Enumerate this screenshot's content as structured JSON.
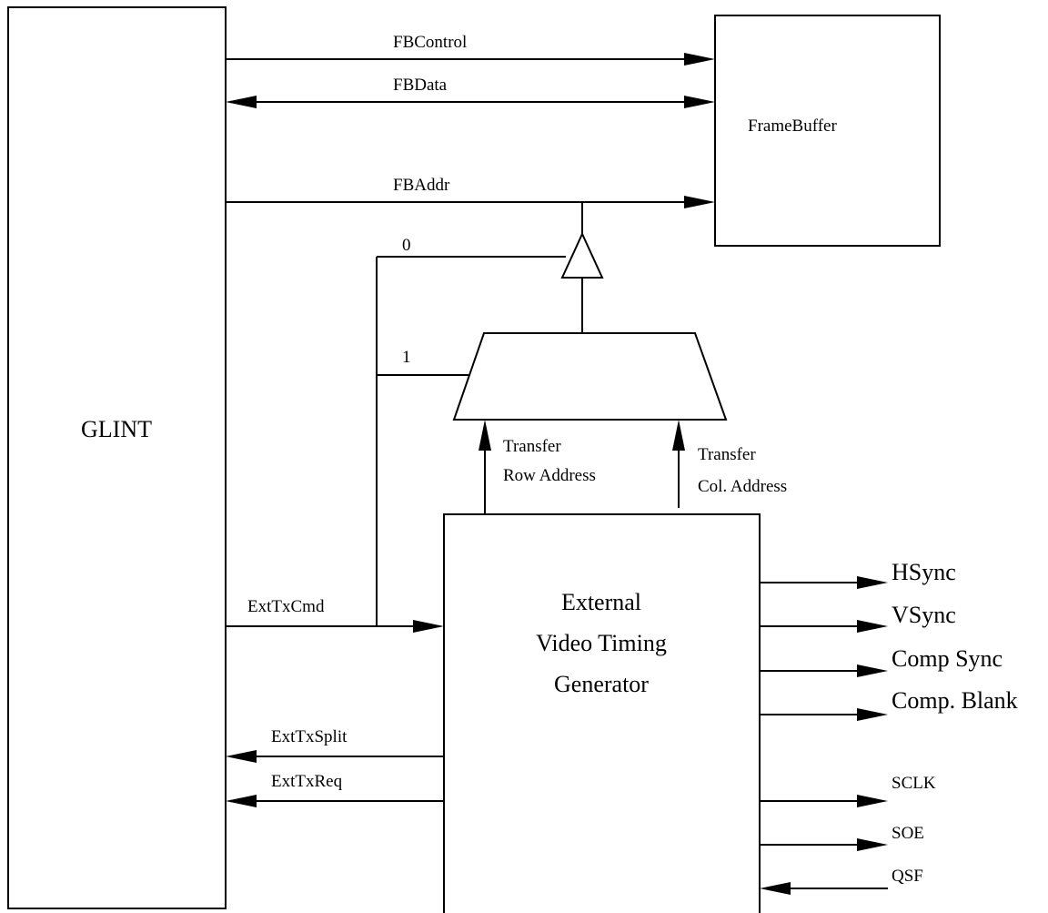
{
  "blocks": {
    "glint": "GLINT",
    "framebuffer": "FrameBuffer",
    "evtg": [
      "External",
      "Video Timing",
      "Generator"
    ]
  },
  "signals": {
    "fbcontrol": "FBControl",
    "fbdata": "FBData",
    "fbaddr": "FBAddr",
    "mux_in_0": "0",
    "mux_in_1": "1",
    "transfer_row": [
      "Transfer",
      "Row Address"
    ],
    "transfer_col": [
      "Transfer",
      "Col. Address"
    ],
    "exttxcmd": "ExtTxCmd",
    "exttxsplit": "ExtTxSplit",
    "exttxreq": "ExtTxReq",
    "hsync": "HSync",
    "vsync": "VSync",
    "comp_sync": "Comp Sync",
    "comp_blank": "Comp. Blank",
    "sclk": "SCLK",
    "soe": "SOE",
    "qsf": "QSF"
  }
}
